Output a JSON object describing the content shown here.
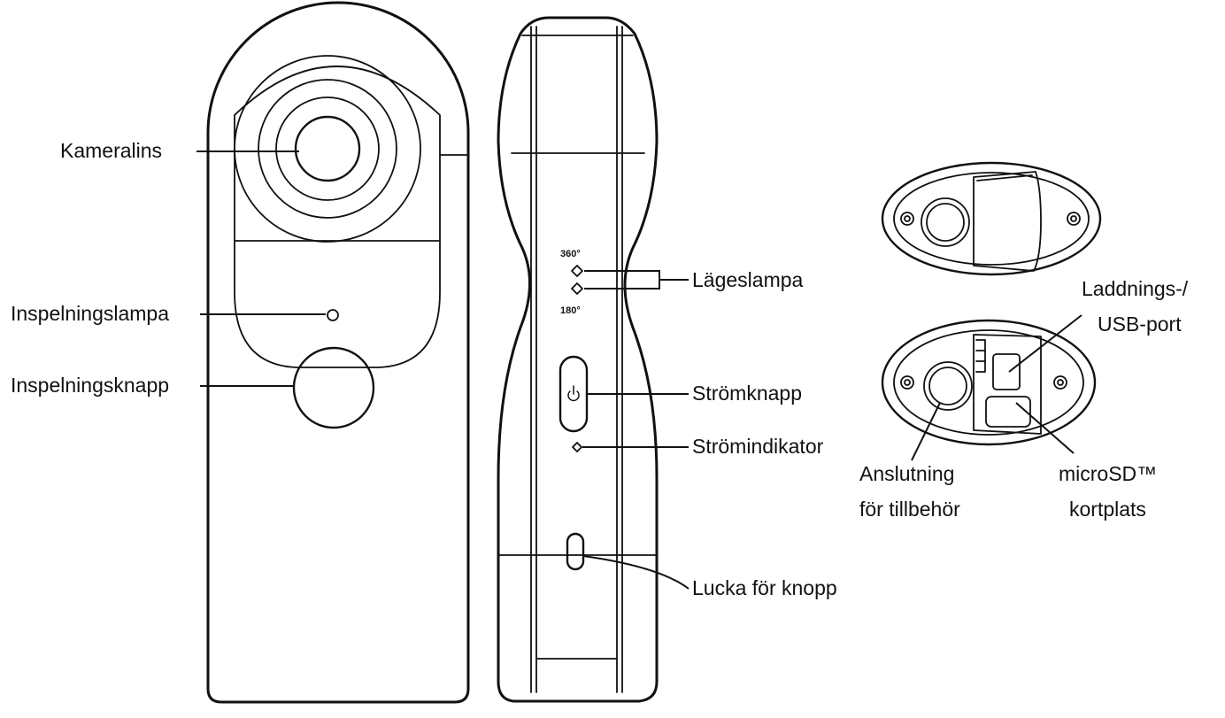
{
  "labels": {
    "camera_lens": "Kameralins",
    "recording_lamp": "Inspelningslampa",
    "recording_button": "Inspelningsknapp",
    "mode_lamp": "Lägeslampa",
    "power_button": "Strömknapp",
    "power_indicator": "Strömindikator",
    "button_cover": "Lucka för knopp",
    "charging_port_line1": "Laddnings-/",
    "charging_port_line2": "USB-port",
    "accessory_line1": "Anslutning",
    "accessory_line2": "för tillbehör",
    "microsd_line1": "microSD™",
    "microsd_line2": "kortplats"
  },
  "side_marks": {
    "mode_360": "360°",
    "mode_180": "180°"
  }
}
